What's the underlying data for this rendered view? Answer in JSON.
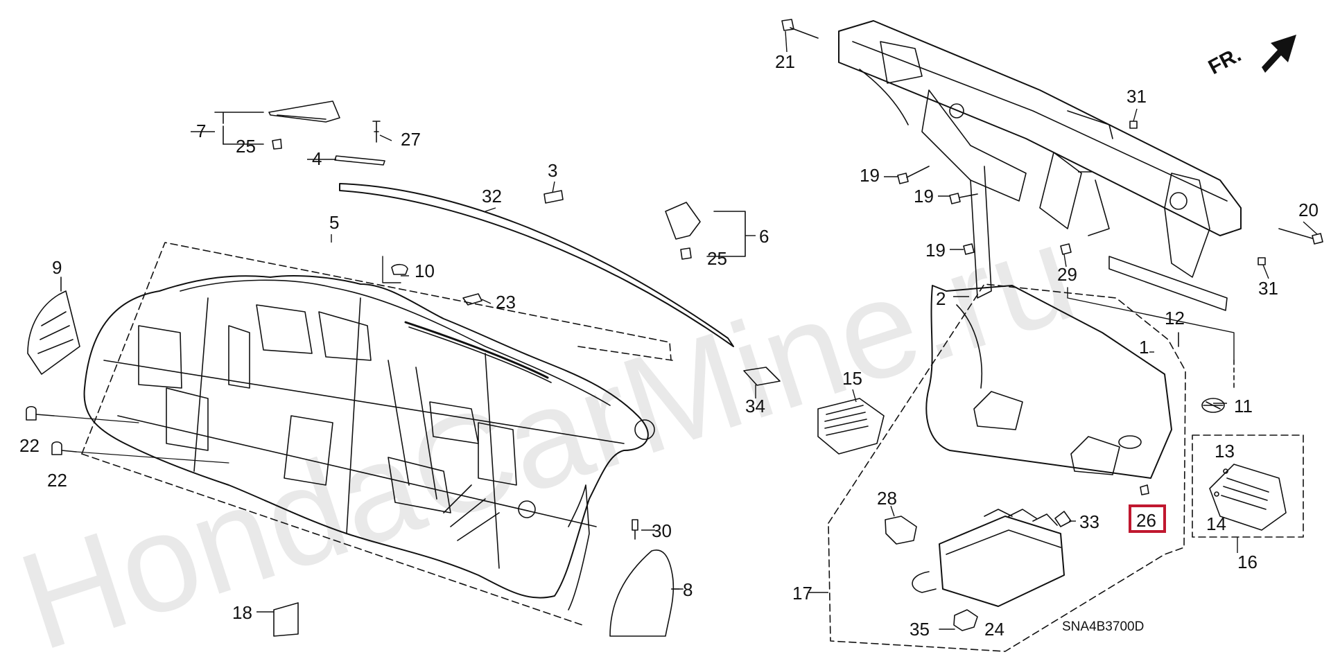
{
  "diagram": {
    "code": "SNA4B3700D",
    "front_marker": "FR.",
    "watermark": "HondaCarMine.ru",
    "highlight_color": "#c0182f",
    "callouts": {
      "c1": "1",
      "c2": "2",
      "c3": "3",
      "c4": "4",
      "c5": "5",
      "c6": "6",
      "c7": "7",
      "c8": "8",
      "c9": "9",
      "c10": "10",
      "c11": "11",
      "c12": "12",
      "c13": "13",
      "c14": "14",
      "c15": "15",
      "c16": "16",
      "c17": "17",
      "c18": "18",
      "c19a": "19",
      "c19b": "19",
      "c19c": "19",
      "c20": "20",
      "c21": "21",
      "c22a": "22",
      "c22b": "22",
      "c23": "23",
      "c24": "24",
      "c25a": "25",
      "c25b": "25",
      "c26": "26",
      "c27": "27",
      "c28": "28",
      "c29": "29",
      "c30": "30",
      "c31a": "31",
      "c31b": "31",
      "c32": "32",
      "c33": "33",
      "c34": "34",
      "c35": "35"
    }
  }
}
